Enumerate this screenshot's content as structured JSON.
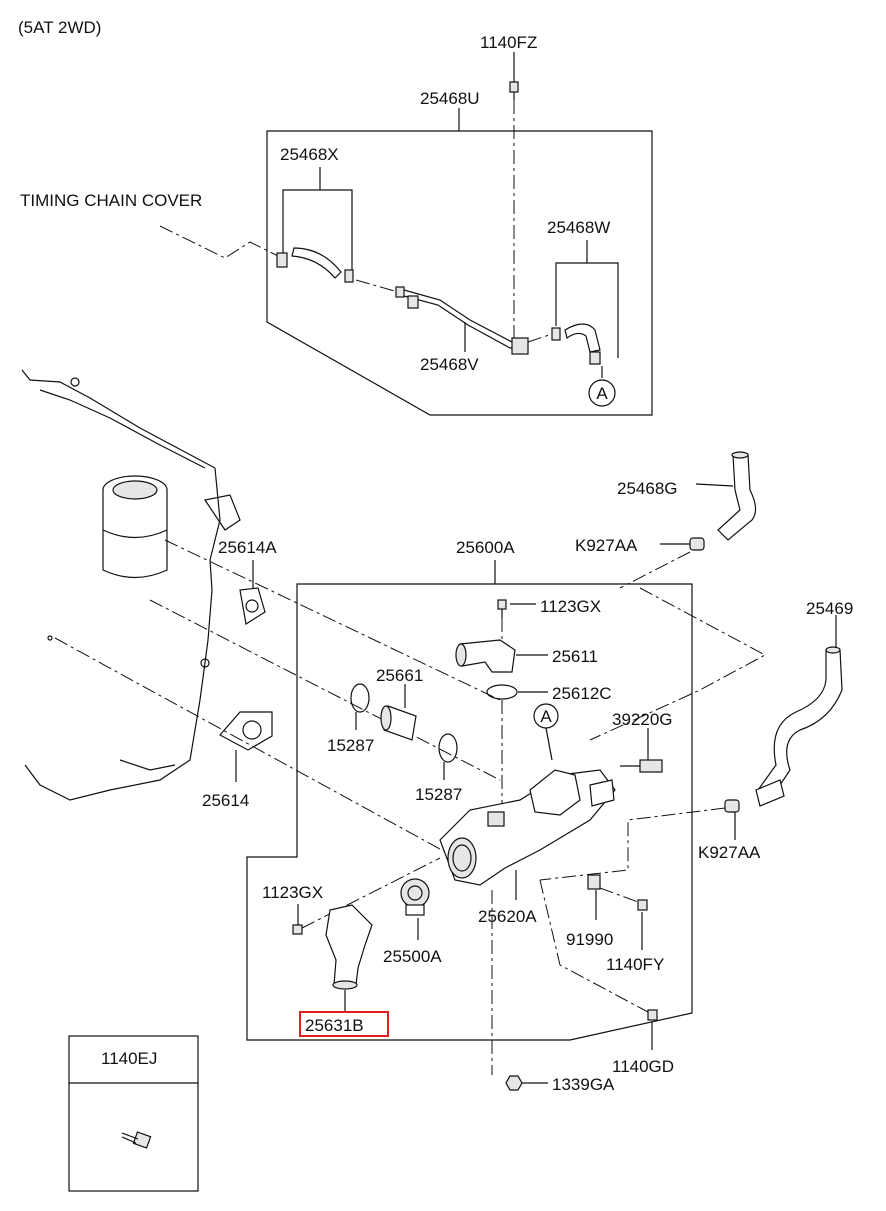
{
  "header": {
    "variant": "(5AT 2WD)"
  },
  "callouts": {
    "c1140FZ": "1140FZ",
    "c25468U": "25468U",
    "c25468X": "25468X",
    "timing": "TIMING CHAIN COVER",
    "c25468W": "25468W",
    "c25468V": "25468V",
    "refA1": "A",
    "c25468G": "25468G",
    "cK927AA_top": "K927AA",
    "c25614A": "25614A",
    "c25600A": "25600A",
    "c1123GX_top": "1123GX",
    "c25611": "25611",
    "c25469": "25469",
    "c25661": "25661",
    "c25612C": "25612C",
    "refA2": "A",
    "c39220G": "39220G",
    "c15287_left": "15287",
    "c15287_right": "15287",
    "c25614": "25614",
    "cK927AA_bot": "K927AA",
    "c1123GX_bot": "1123GX",
    "c25620A": "25620A",
    "c91990": "91990",
    "c25500A": "25500A",
    "c1140FY": "1140FY",
    "c25631B": "25631B",
    "c1140GD": "1140GD",
    "c1339GA": "1339GA"
  },
  "legend_box": {
    "part_no": "1140EJ"
  },
  "highlight": {
    "part": "25631B",
    "color": "#e02020"
  }
}
